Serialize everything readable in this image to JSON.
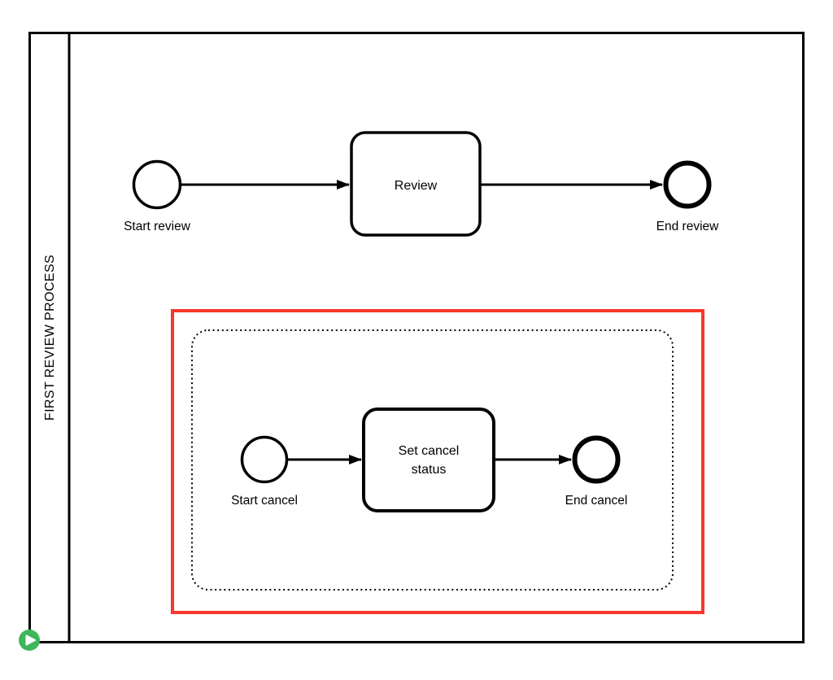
{
  "colors": {
    "stroke": "#000000",
    "highlight_red": "#f8362b",
    "play_green": "#3eb65a",
    "canvas_bg": "#ffffff"
  },
  "pool": {
    "label": "FIRST REVIEW PROCESS"
  },
  "main_flow": {
    "start_label": "Start review",
    "task_label": "Review",
    "end_label": "End review"
  },
  "cancel_subprocess": {
    "start_label": "Start cancel",
    "task_lines": [
      "Set cancel",
      "status"
    ],
    "end_label": "End cancel"
  },
  "icons": {
    "play": "play-icon"
  }
}
